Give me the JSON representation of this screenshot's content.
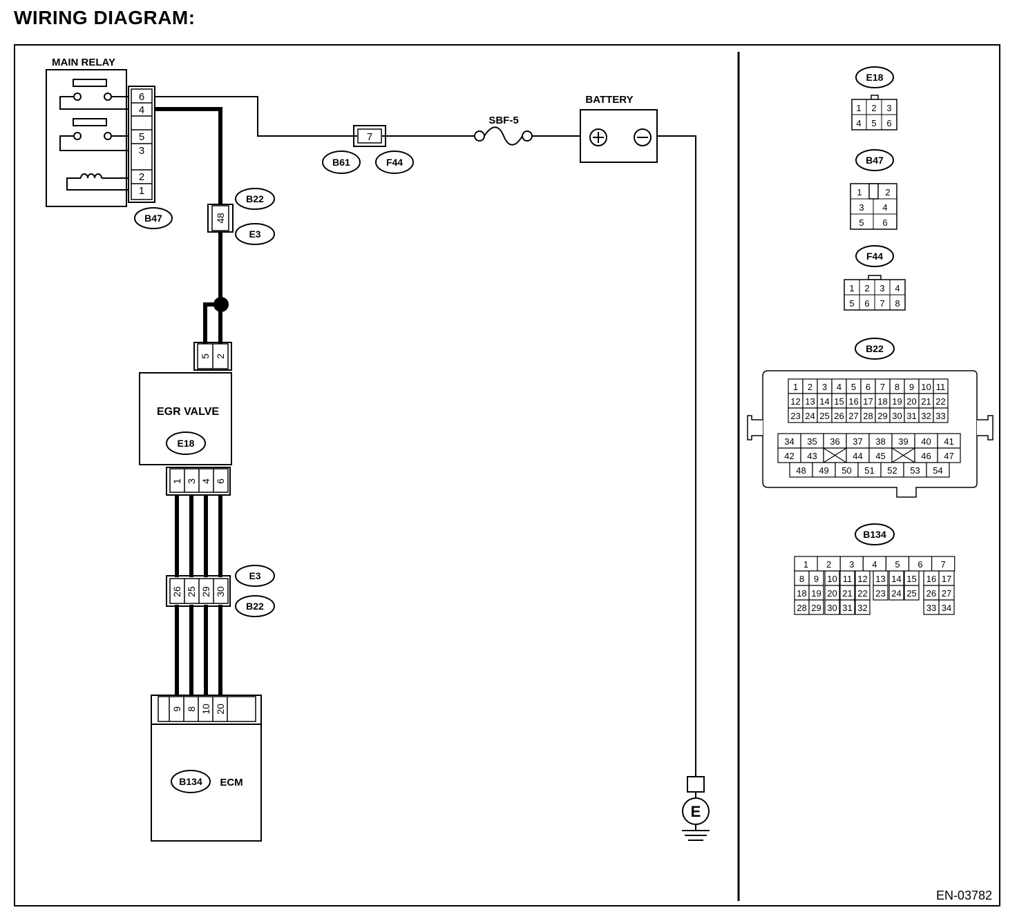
{
  "heading": "WIRING DIAGRAM:",
  "doc_id": "EN-03782",
  "components": {
    "main_relay": {
      "label": "MAIN RELAY",
      "connector": "B47",
      "pins": [
        "6",
        "4",
        "5",
        "3",
        "2",
        "1"
      ]
    },
    "battery": {
      "label": "BATTERY",
      "plus": "+",
      "minus": "−"
    },
    "fuse": {
      "label": "SBF-5"
    },
    "joint": {
      "pin": "7",
      "connectors": [
        "B61",
        "F44"
      ]
    },
    "inline_top": {
      "pin": "48",
      "connectors": [
        "B22",
        "E3"
      ]
    },
    "egr_valve": {
      "label": "EGR VALVE",
      "connector": "E18",
      "top_pins": [
        "5",
        "2"
      ],
      "bottom_pins": [
        "1",
        "3",
        "4",
        "6"
      ]
    },
    "inline_bottom": {
      "pins": [
        "26",
        "25",
        "29",
        "30"
      ],
      "connectors": [
        "E3",
        "B22"
      ]
    },
    "ecm": {
      "label": "ECM",
      "connector": "B134",
      "pins": [
        "9",
        "8",
        "10",
        "20"
      ]
    },
    "ground": {
      "label": "E"
    }
  },
  "connector_views": [
    {
      "name": "E18",
      "rows": [
        [
          "1",
          "2",
          "3"
        ],
        [
          "4",
          "5",
          "6"
        ]
      ]
    },
    {
      "name": "B47",
      "rows": [
        [
          "1",
          "2"
        ],
        [
          "3",
          "4"
        ],
        [
          "5",
          "6"
        ]
      ]
    },
    {
      "name": "F44",
      "rows": [
        [
          "1",
          "2",
          "3",
          "4"
        ],
        [
          "5",
          "6",
          "7",
          "8"
        ]
      ]
    },
    {
      "name": "B22",
      "rows": [
        [
          "1",
          "2",
          "3",
          "4",
          "5",
          "6",
          "7",
          "8",
          "9",
          "10",
          "11"
        ],
        [
          "12",
          "13",
          "14",
          "15",
          "16",
          "17",
          "18",
          "19",
          "20",
          "21",
          "22"
        ],
        [
          "23",
          "24",
          "25",
          "26",
          "27",
          "28",
          "29",
          "30",
          "31",
          "32",
          "33"
        ]
      ],
      "lower_rows": [
        [
          "34",
          "35",
          "36",
          "37",
          "38",
          "39",
          "40",
          "41"
        ],
        [
          "42",
          "43",
          "",
          "44",
          "45",
          "",
          "46",
          "47"
        ],
        [
          "48",
          "49",
          "50",
          "51",
          "52",
          "53",
          "54"
        ]
      ]
    },
    {
      "name": "B134",
      "header": [
        "1",
        "2",
        "3",
        "4",
        "5",
        "6",
        "7"
      ],
      "rows": [
        [
          "8",
          "9",
          "10",
          "11",
          "12",
          "13",
          "14",
          "15",
          "16",
          "17"
        ],
        [
          "18",
          "19",
          "20",
          "21",
          "22",
          "23",
          "24",
          "25",
          "26",
          "27"
        ],
        [
          "28",
          "29",
          "30",
          "31",
          "32",
          "",
          "",
          "",
          "33",
          "34"
        ]
      ]
    }
  ]
}
